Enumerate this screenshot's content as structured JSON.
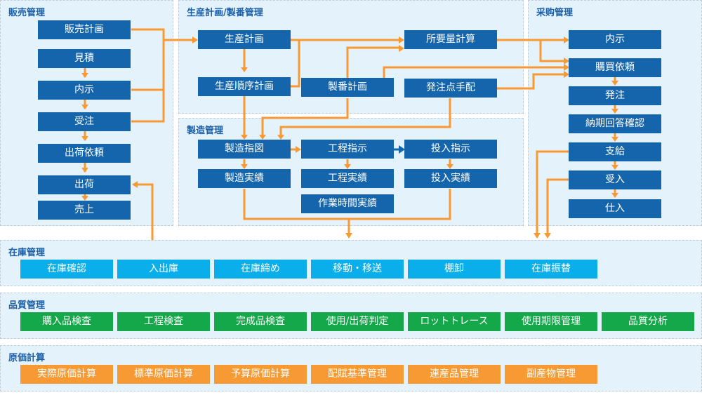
{
  "colors": {
    "process_box": "#1565ad",
    "inventory_box": "#0aaeea",
    "quality_box": "#14a84a",
    "cost_box": "#f79a33",
    "connector": "#f79a33",
    "connector_alt": "#1565ad",
    "panel_bg": "#e4f2fb",
    "title": "#1a5fa8"
  },
  "sales": {
    "title": "販売管理",
    "items": [
      "販売計画",
      "見積",
      "内示",
      "受注",
      "出荷依頼",
      "出荷",
      "売上"
    ]
  },
  "production_planning": {
    "title": "生産計画/製番管理",
    "items": [
      "生産計画",
      "生産順序計画",
      "製番計画",
      "所要量計算",
      "発注点手配"
    ]
  },
  "manufacturing": {
    "title": "製造管理",
    "items": [
      "製造指図",
      "工程指示",
      "投入指示",
      "製造実績",
      "工程実績",
      "投入実績",
      "作業時間実績"
    ]
  },
  "purchasing": {
    "title": "采购管理",
    "items": [
      "内示",
      "購買依頼",
      "発注",
      "納期回答確認",
      "支給",
      "受入",
      "仕入"
    ]
  },
  "inventory": {
    "title": "在庫管理",
    "items": [
      "在庫確認",
      "入出庫",
      "在庫締め",
      "移動・移送",
      "棚卸",
      "在庫振替"
    ]
  },
  "quality": {
    "title": "品質管理",
    "items": [
      "購入品検査",
      "工程検査",
      "完成品検査",
      "使用/出荷判定",
      "ロットトレース",
      "使用期限管理",
      "品質分析"
    ]
  },
  "costing": {
    "title": "原価計算",
    "items": [
      "実際原価計算",
      "標準原価計算",
      "予算原価計算",
      "配賦基準管理",
      "連産品管理",
      "副産物管理"
    ]
  }
}
